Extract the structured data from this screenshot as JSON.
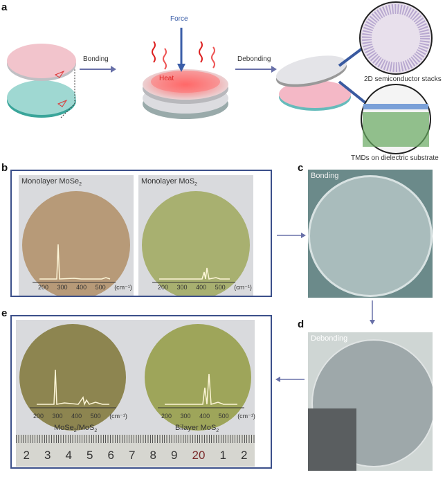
{
  "panels": {
    "a": "a",
    "b": "b",
    "c": "c",
    "d": "d",
    "e": "e"
  },
  "panel_a": {
    "bonding": "Bonding",
    "debonding": "Debonding",
    "force": "Force",
    "heat": "Heat",
    "stacks": "2D semiconductor stacks",
    "tmds": "TMDs on dielectric substrate"
  },
  "panel_b": {
    "left": "Monolayer MoSe",
    "left_sub": "2",
    "right": "Monolayer MoS",
    "right_sub": "2"
  },
  "panel_c": {
    "label": "Bonding"
  },
  "panel_d": {
    "label": "Debonding"
  },
  "panel_e": {
    "left": "MoSe",
    "left_sub1": "2",
    "left_mid": "/MoS",
    "left_sub2": "2",
    "right": "Bilayer MoS",
    "right_sub": "2"
  },
  "axis": {
    "ticks": [
      "200",
      "300",
      "400",
      "500"
    ],
    "unit": "(cm⁻¹)"
  },
  "ruler": [
    "2",
    "3",
    "4",
    "5",
    "6",
    "7",
    "8",
    "9",
    "20",
    "1",
    "2"
  ],
  "colors": {
    "frame": "#3b4f8a",
    "mose2": "#b79a78",
    "mos2": "#a8b070",
    "hetero": "#8d8550",
    "bilayer": "#9ea55a"
  }
}
